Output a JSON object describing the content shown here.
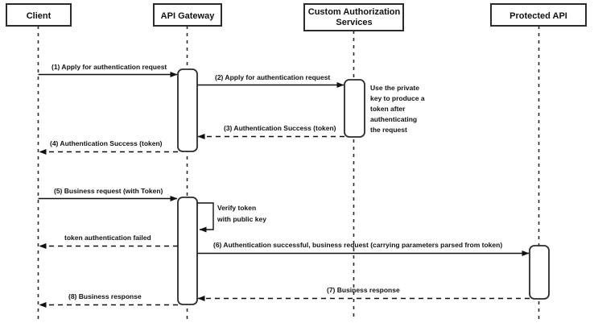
{
  "diagram": {
    "type": "sequence-diagram",
    "title": "API Gateway token authentication sequence",
    "colors": {
      "background": "#ffffff",
      "stroke": "#2b2b2b",
      "arrow": "#111111",
      "text": "#111111"
    }
  },
  "participants": [
    {
      "id": "client",
      "label": "Client",
      "label_line1": "Client",
      "label_line2": ""
    },
    {
      "id": "api-gateway",
      "label": "API Gateway",
      "label_line1": "API Gateway",
      "label_line2": ""
    },
    {
      "id": "custom-authorization-services",
      "label": "Custom Authorization Services",
      "label_line1": "Custom Authorization",
      "label_line2": "Services"
    },
    {
      "id": "protected-api",
      "label": "Protected API",
      "label_line1": "Protected API",
      "label_line2": ""
    }
  ],
  "messages": [
    {
      "seq": "1",
      "label": "(1) Apply for authentication request",
      "from": "client",
      "to": "api-gateway",
      "style": "solid"
    },
    {
      "seq": "2",
      "label": "(2) Apply for authentication request",
      "from": "api-gateway",
      "to": "custom-authorization-services",
      "style": "solid"
    },
    {
      "seq": "3",
      "label": "(3) Authentication Success (token)",
      "from": "custom-authorization-services",
      "to": "api-gateway",
      "style": "dashed"
    },
    {
      "seq": "4",
      "label": "(4) Authentication Success (token)",
      "from": "api-gateway",
      "to": "client",
      "style": "dashed"
    },
    {
      "seq": "5",
      "label": "(5) Business request (with Token)",
      "from": "client",
      "to": "api-gateway",
      "style": "solid"
    },
    {
      "seq": "fail",
      "label": "token authentication failed",
      "from": "api-gateway",
      "to": "client",
      "style": "dashed"
    },
    {
      "seq": "6",
      "label": "(6) Authentication successful, business request (carrying parameters parsed from token)",
      "from": "api-gateway",
      "to": "protected-api",
      "style": "solid"
    },
    {
      "seq": "7",
      "label": "(7) Business response",
      "from": "protected-api",
      "to": "api-gateway",
      "style": "dashed"
    },
    {
      "seq": "8",
      "label": "(8) Business response",
      "from": "api-gateway",
      "to": "client",
      "style": "dashed"
    }
  ],
  "self_messages": [
    {
      "id": "verify-token",
      "label_line1": "Verify token",
      "label_line2": "with public key",
      "on": "api-gateway",
      "style": "solid"
    }
  ],
  "notes": [
    {
      "id": "private-key-note",
      "on": "custom-authorization-services",
      "lines": [
        "Use the private",
        "key to produce a",
        "token after",
        "authenticating",
        "the request"
      ]
    }
  ]
}
